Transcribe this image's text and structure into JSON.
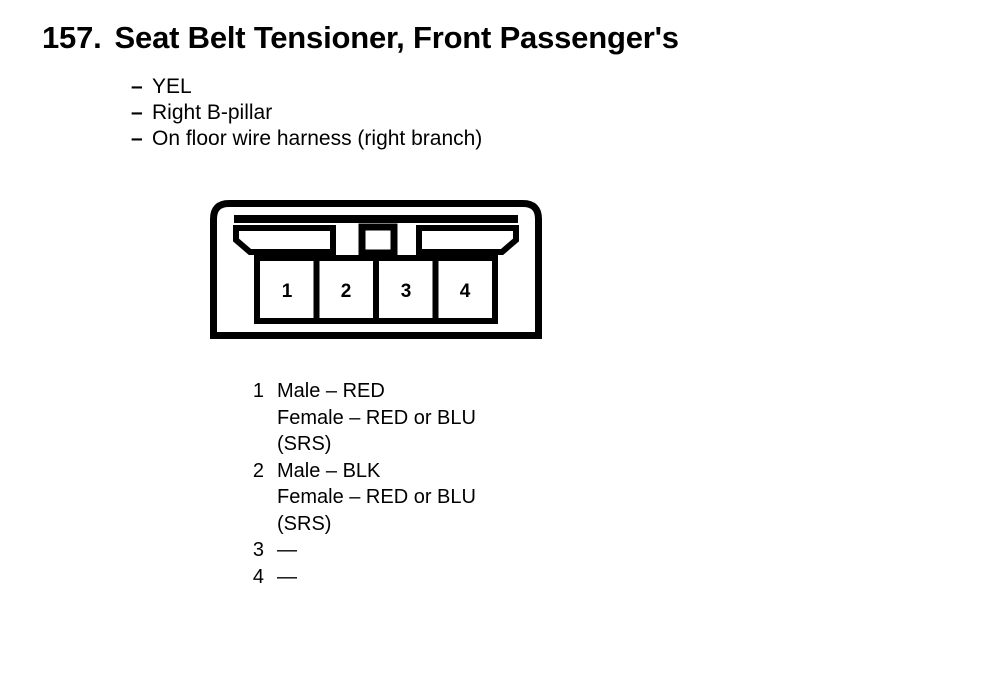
{
  "document": {
    "background_color": "#ffffff",
    "ink_color": "#000000"
  },
  "title": {
    "number": "157.",
    "text": "Seat Belt Tensioner, Front Passenger's"
  },
  "attributes": {
    "dash": "–",
    "items": [
      {
        "text": "YEL"
      },
      {
        "text": "Right B-pillar"
      },
      {
        "text": "On floor wire harness (right branch)"
      }
    ]
  },
  "connector": {
    "type": "4-cavity rectangular connector, front view",
    "cavity_count": 4,
    "pin_labels": [
      "1",
      "2",
      "3",
      "4"
    ],
    "features": [
      "outer-shell",
      "top-rail",
      "left-keyway-slot",
      "center-lock-square",
      "right-keyway-slot"
    ]
  },
  "pin_legend": {
    "rows": [
      {
        "number": "1",
        "lines": [
          "Male – RED",
          "Female – RED or BLU",
          "(SRS)"
        ]
      },
      {
        "number": "2",
        "lines": [
          "Male – BLK",
          "Female – RED or BLU",
          "(SRS)"
        ]
      },
      {
        "number": "3",
        "lines": [
          "—"
        ]
      },
      {
        "number": "4",
        "lines": [
          "—"
        ]
      }
    ]
  }
}
